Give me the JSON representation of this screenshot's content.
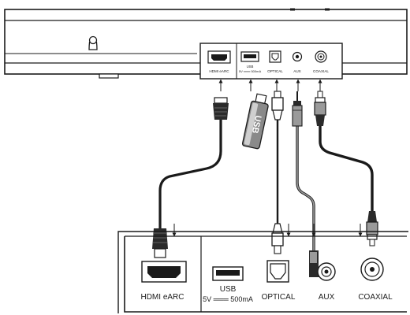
{
  "top_panel": {
    "ports": {
      "hdmi": "HDMI  eARC",
      "usb_line1": "USB",
      "usb_line2": "5V ═══ 500mA",
      "optical": "OPTICAL",
      "aux": "AUX",
      "coaxial": "COAXIAL"
    }
  },
  "usb_stick": {
    "label": "USB"
  },
  "bottom_panel": {
    "ports": {
      "hdmi": "HDMI  eARC",
      "usb_line1": "USB",
      "usb_line2": "5V ═══ 500mA",
      "optical": "OPTICAL",
      "aux": "AUX",
      "coaxial": "COAXIAL"
    }
  },
  "colors": {
    "line": "#1a1a1a",
    "fill": "#ffffff",
    "cable_dark": "#2a2a2a",
    "cable_grey": "#9a9a9a"
  },
  "icons": [
    "keyhole-icon",
    "hdmi-port-icon",
    "usb-port-icon",
    "optical-port-icon",
    "aux-port-icon",
    "coaxial-port-icon",
    "usb-stick-icon"
  ]
}
